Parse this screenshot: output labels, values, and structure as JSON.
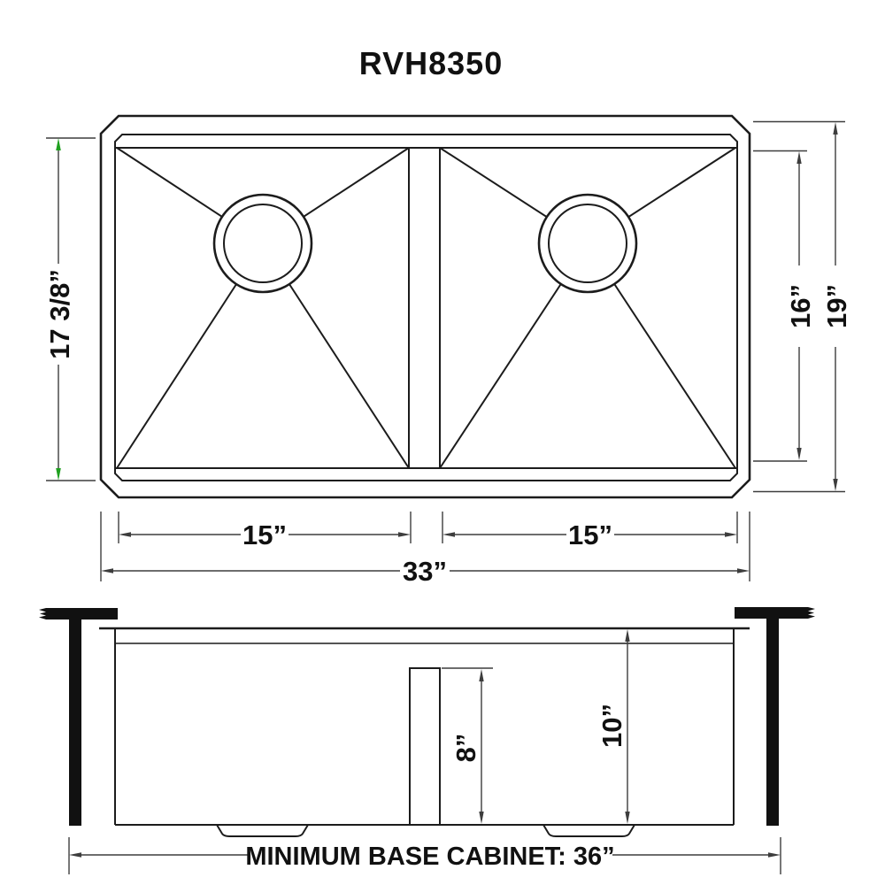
{
  "title": "RVH8350",
  "colors": {
    "line": "#1c1c1c",
    "dim_line": "#3d3d3d",
    "green_arrow": "#1fa01f"
  },
  "top_view": {
    "rim_depth_label": "17 3/8”",
    "bowl_depth_label": "16”",
    "overall_depth_label": "19”",
    "left_bowl_width_label": "15”",
    "right_bowl_width_label": "15”",
    "overall_width_label": "33”"
  },
  "side_view": {
    "divider_height_label": "8”",
    "bowl_depth_label": "10”",
    "base_cabinet_label": "MINIMUM BASE CABINET: 36”"
  }
}
